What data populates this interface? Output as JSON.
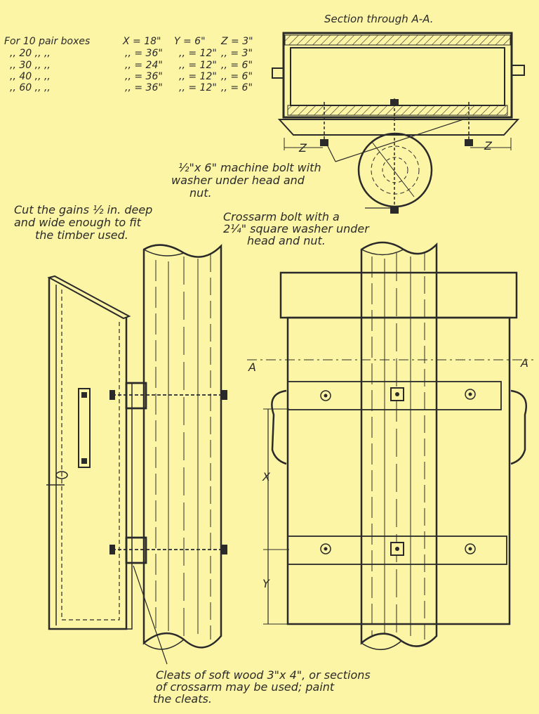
{
  "section_title": "Section through A-A.",
  "size_table": {
    "rows": [
      [
        "For 10 pair boxes",
        "X = 18\"",
        "Y = 6\"",
        "Z = 3\""
      ],
      [
        ",, 20 ,, ,,",
        ",, = 36\"",
        ",, = 12\"",
        ",, = 3\""
      ],
      [
        ",, 30 ,, ,,",
        ",, = 24\"",
        ",, = 12\"",
        ",, = 6\""
      ],
      [
        ",, 40 ,, ,,",
        ",, = 36\"",
        ",, = 12\"",
        ",, = 6\""
      ],
      [
        ",, 60 ,, ,,",
        ",, = 36\"",
        ",, = 12\"",
        ",, = 6\""
      ]
    ]
  },
  "labels": {
    "machine_bolt": [
      "½\"x 6\" machine bolt with",
      "washer under head and",
      "nut."
    ],
    "gains": [
      "Cut the gains ½ in. deep",
      "and wide enough to fit",
      "the timber used."
    ],
    "crossarm_bolt": [
      "Crossarm bolt with a",
      "2¼\" square washer under",
      "head and nut."
    ],
    "cleats": [
      "Cleats of soft wood 3\"x 4\", or sections",
      "of crossarm may be used; paint",
      "the cleats."
    ],
    "dim_z": "Z",
    "dim_x": "X",
    "dim_y": "Y",
    "section_mark": "A"
  }
}
